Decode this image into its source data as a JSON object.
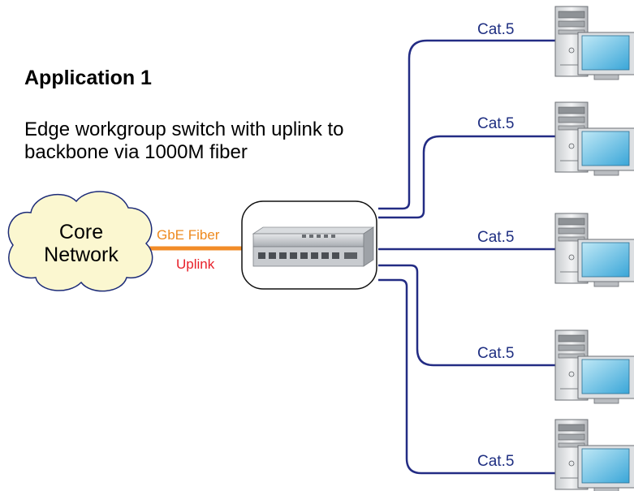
{
  "title": "Application 1",
  "description": "Edge workgroup switch with uplink to backbone via 1000M fiber",
  "core_network": {
    "label": "Core Network"
  },
  "uplink": {
    "medium_label": "GbE Fiber",
    "role_label": "Uplink",
    "color": "#f28c28"
  },
  "switch": {
    "name": "edge-workgroup-switch"
  },
  "links": [
    {
      "label": "Cat.5"
    },
    {
      "label": "Cat.5"
    },
    {
      "label": "Cat.5"
    },
    {
      "label": "Cat.5"
    },
    {
      "label": "Cat.5"
    }
  ],
  "colors": {
    "cable": "#232c84",
    "cloud_fill": "#fbf7d0",
    "fiber_text": "#ee8a1f",
    "uplink_text": "#e8202a"
  }
}
